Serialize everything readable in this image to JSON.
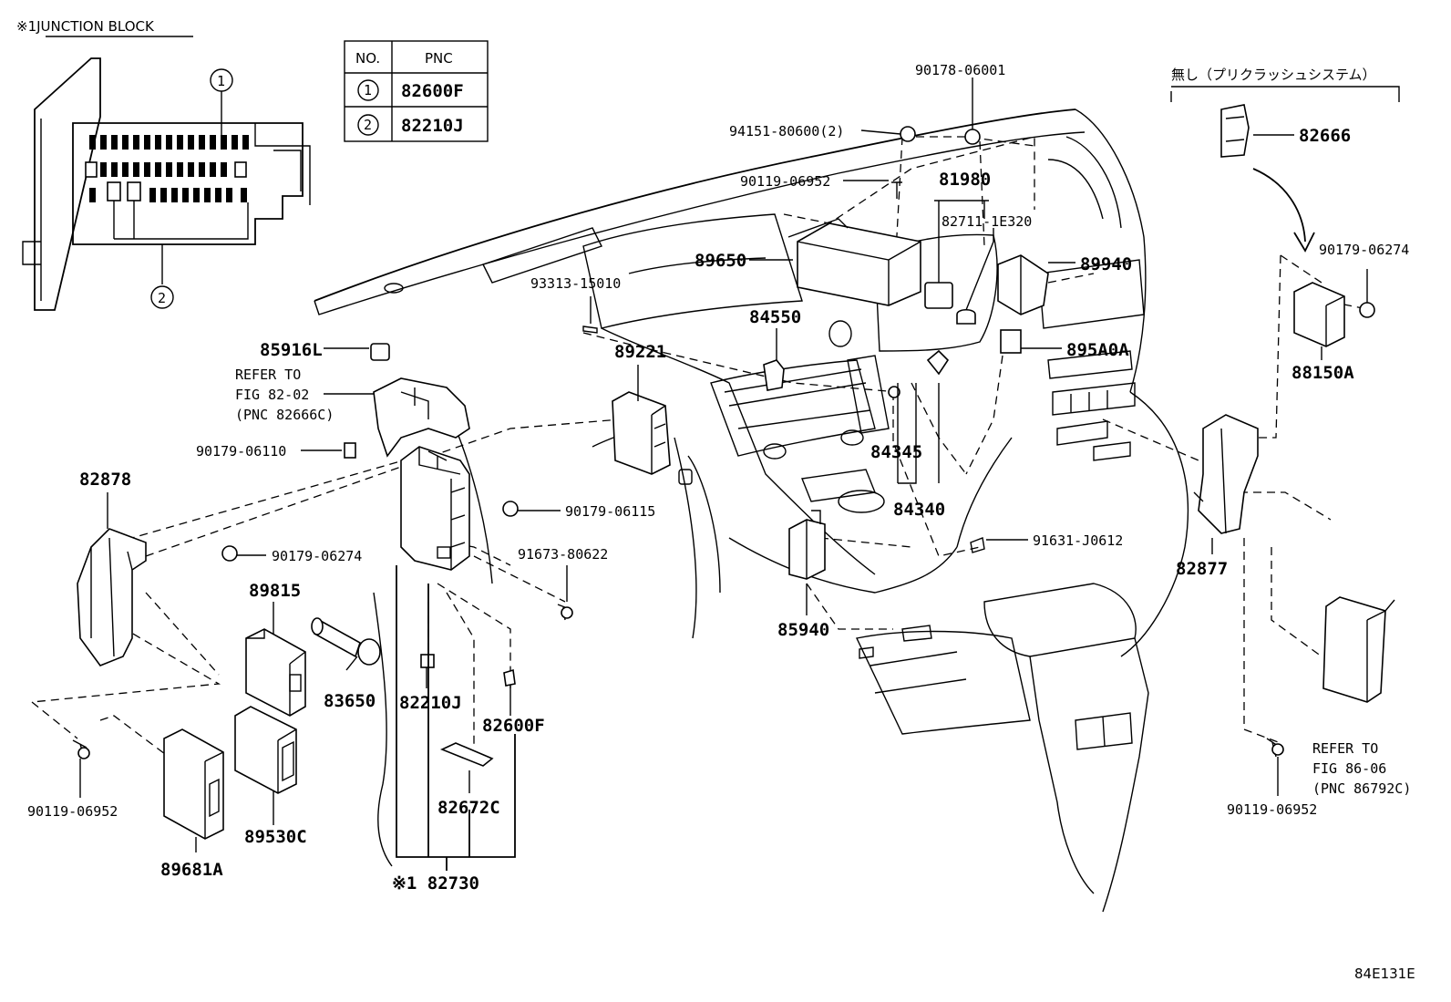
{
  "header": {
    "junction_block_title": "※1JUNCTION BLOCK",
    "no_precrash_note": "無し（プリクラッシュシステム）",
    "figure_code": "84E131E"
  },
  "table": {
    "col_no": "NO.",
    "col_pnc": "PNC",
    "rows": [
      {
        "no": "1",
        "pnc": "82600F"
      },
      {
        "no": "2",
        "pnc": "82210J"
      }
    ]
  },
  "callouts": {
    "c1": "1",
    "c2": "2"
  },
  "parts": {
    "p90178_06001": "90178-06001",
    "p94151_80600": "94151-80600(2)",
    "p90119_06952_top": "90119-06952",
    "p81980": "81980",
    "p82711_1E320": "82711-1E320",
    "p89650": "89650",
    "p89940": "89940",
    "p93313_15010": "93313-15010",
    "p84550": "84550",
    "p895A0A": "895A0A",
    "p85916L": "85916L",
    "refer_82_line1": "REFER TO",
    "refer_82_line2": "FIG 82-02",
    "refer_82_line3": "(PNC 82666C)",
    "p89221": "89221",
    "p84345": "84345",
    "p84340": "84340",
    "p90179_06110": "90179-06110",
    "p90179_06115": "90179-06115",
    "p82878": "82878",
    "p90179_06274_left": "90179-06274",
    "p91673_80622": "91673-80622",
    "p91631_J0612": "91631-J0612",
    "p89815": "89815",
    "p83650": "83650",
    "p82210J": "82210J",
    "p82600F": "82600F",
    "p85940": "85940",
    "p90119_06952_left": "90119-06952",
    "p89530C": "89530C",
    "p82672C": "82672C",
    "p89681A": "89681A",
    "p82730": "※1 82730",
    "p82666": "82666",
    "p90179_06274_right": "90179-06274",
    "p88150A": "88150A",
    "p82877": "82877",
    "refer_86_line1": "REFER TO",
    "refer_86_line2": "FIG 86-06",
    "refer_86_line3": "(PNC 86792C)",
    "p90119_06952_right": "90119-06952"
  }
}
